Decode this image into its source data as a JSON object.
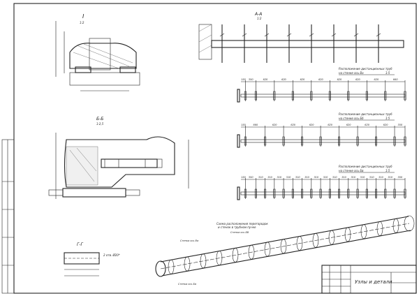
{
  "title_block": {
    "title": "Узлы и детали"
  },
  "views": {
    "node_I": {
      "label": "I",
      "scale": "1:2"
    },
    "section_AA": {
      "label": "А-А",
      "scale": "1:2"
    },
    "section_BB": {
      "label": "Б-Б",
      "scale": "1:2,5"
    },
    "section_GG": {
      "label": "Г-Г",
      "note": "2 отв. Ø20*"
    }
  },
  "layouts": [
    {
      "caption1": "Расположение дистанционных труб",
      "caption2": "на стенке ось Ва",
      "scale": "1:5",
      "dims": [
        "150",
        "350",
        "620",
        "620",
        "620",
        "620",
        "620",
        "620",
        "620",
        "660"
      ]
    },
    {
      "caption1": "Расположение дистанционных труб",
      "caption2": "на стенке ось Бб",
      "scale": "1:5",
      "dims": [
        "150",
        "660",
        "620",
        "620",
        "620",
        "620",
        "620",
        "620",
        "620",
        "350"
      ]
    },
    {
      "caption1": "Расположение дистанционных труб",
      "caption2": "на стенке ось Бв",
      "scale": "1:5",
      "dims": [
        "150",
        "350",
        "310",
        "310",
        "310",
        "310",
        "310",
        "310",
        "310",
        "310",
        "310",
        "310",
        "310",
        "310",
        "310",
        "310",
        "310",
        "350"
      ]
    }
  ],
  "scheme": {
    "caption1": "Схема расположения перегородок",
    "caption2": "и стенок в трубном пучке",
    "labels": [
      "Стенка ось Ва",
      "Стенка ось Бб",
      "Стенка ось Бв"
    ]
  }
}
